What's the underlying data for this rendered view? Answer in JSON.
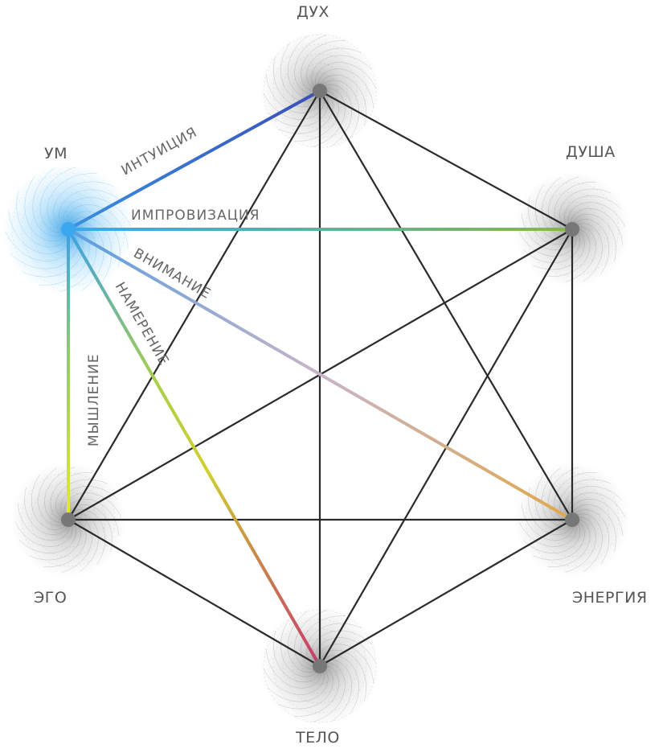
{
  "nodes": {
    "dukh": {
      "label": "ДУХ"
    },
    "dusha": {
      "label": "ДУША"
    },
    "um": {
      "label": "УМ"
    },
    "ego": {
      "label": "ЭГО"
    },
    "energia": {
      "label": "ЭНЕРГИЯ"
    },
    "telo": {
      "label": "ТЕЛО"
    }
  },
  "edge_labels": {
    "intuition": "ИНТУИЦИЯ",
    "improvisation": "ИМПРОВИЗАЦИЯ",
    "attention": "ВНИМАНИЕ",
    "intention": "НАМЕРЕНИЕ",
    "thinking": "МЫШЛЕНИЕ"
  },
  "colors": {
    "edge_dark": "#2a2a2a",
    "node_grey": "#777777",
    "node_blue": "#3aa8ee",
    "intuition": [
      "#3a8fe0",
      "#3a4fb8"
    ],
    "improvisation": [
      "#3aa8ee",
      "#86b84a"
    ],
    "attention": [
      "#5a9ee0",
      "#c8b4c8",
      "#e0a848"
    ],
    "intention": [
      "#3aa0e8",
      "#a8d048",
      "#d0d030",
      "#c8884a",
      "#c83a6a"
    ],
    "thinking": [
      "#3aa0e8",
      "#8ac878",
      "#e8e830"
    ]
  }
}
